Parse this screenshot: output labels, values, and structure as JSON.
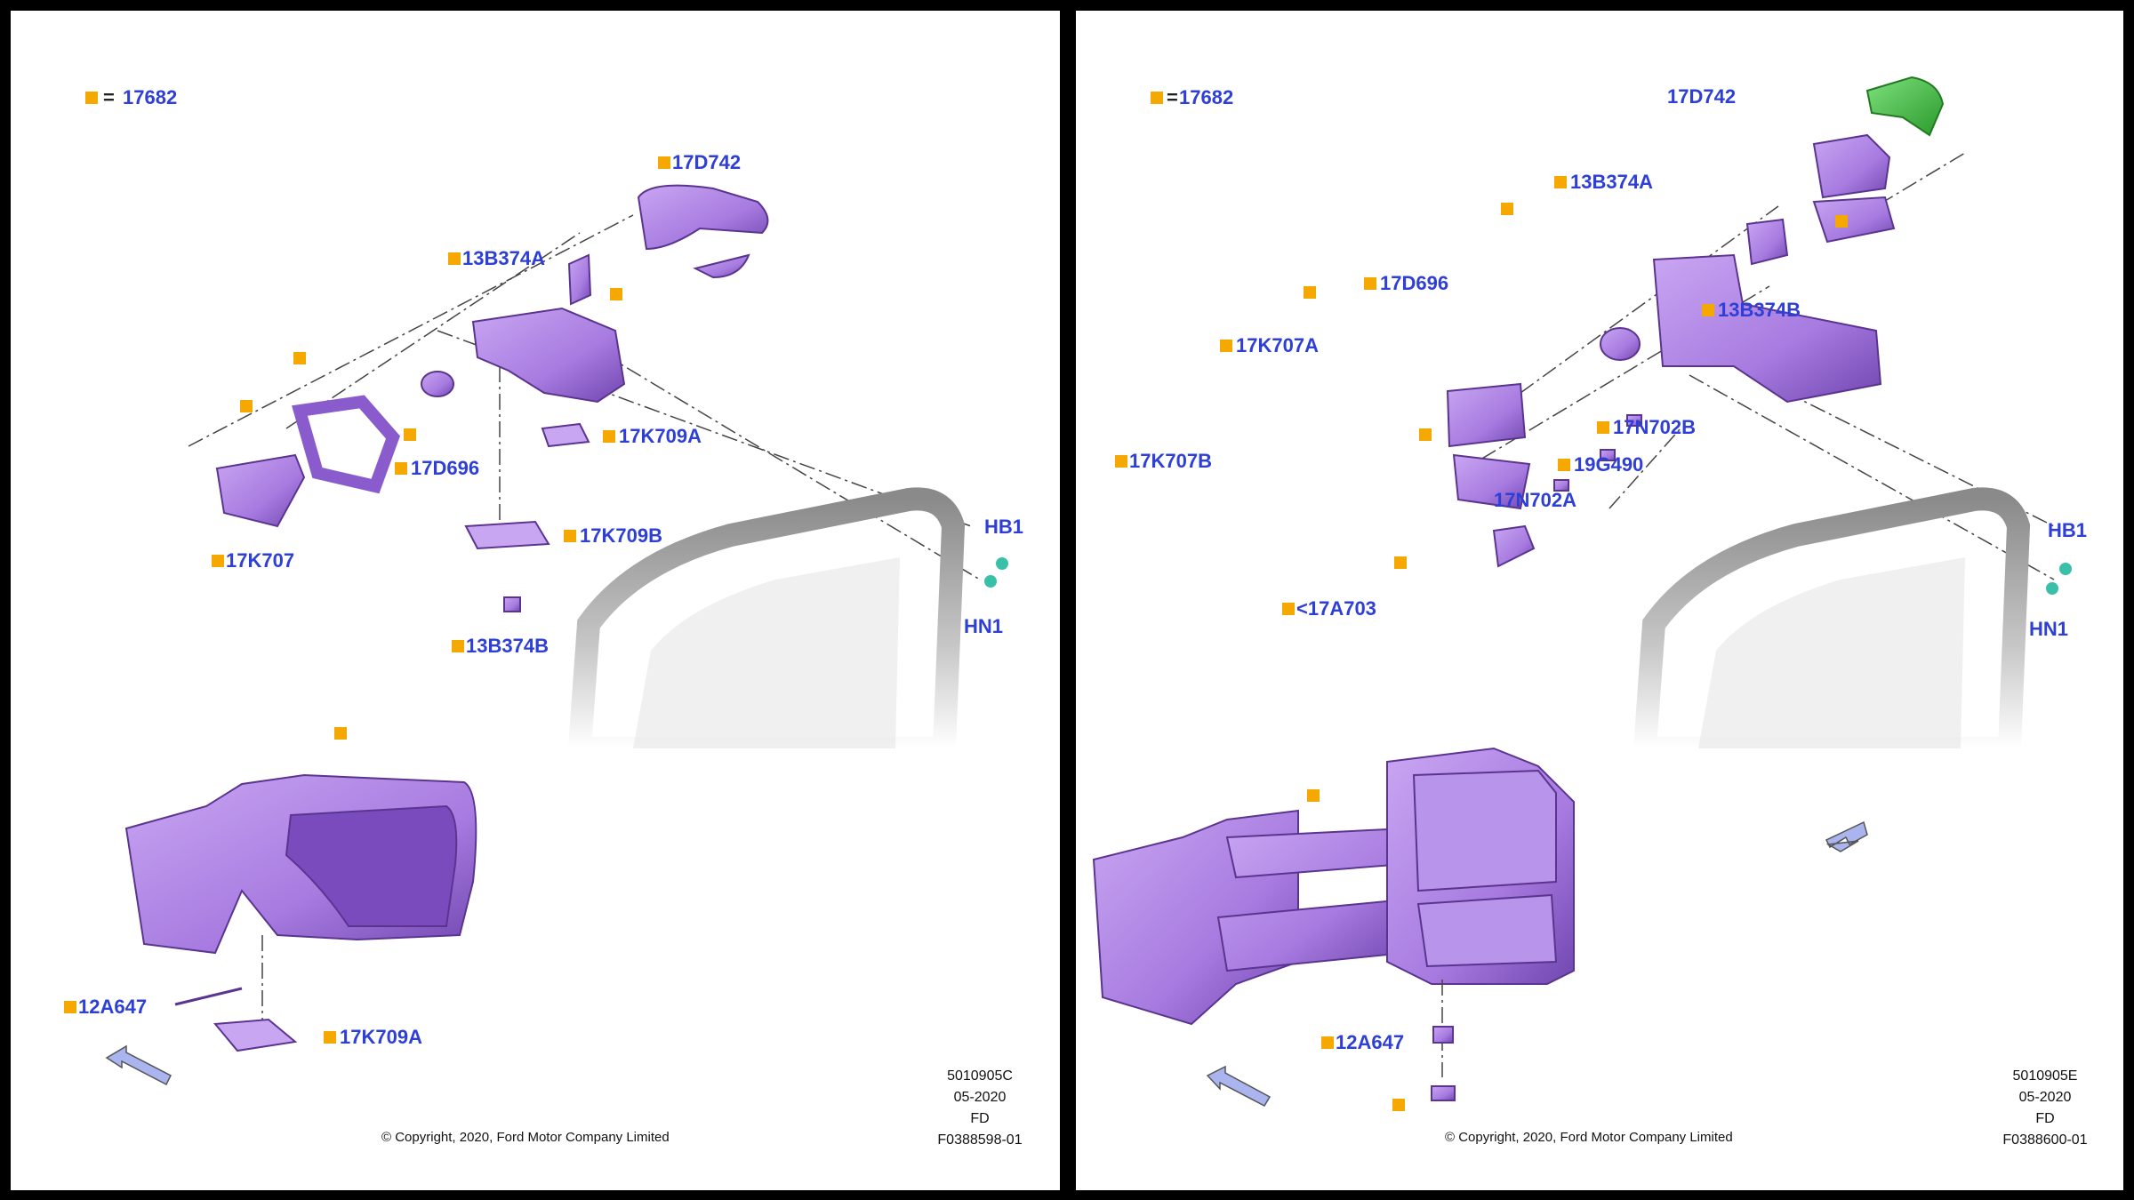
{
  "left": {
    "legend": {
      "equals": "=",
      "code": "17682"
    },
    "labels": {
      "l_17d742": "17D742",
      "l_13b374a": "13B374A",
      "l_17k709a": "17K709A",
      "l_17d696": "17D696",
      "l_17k707": "17K707",
      "l_17k709b": "17K709B",
      "l_13b374b": "13B374B",
      "l_hb1": "HB1",
      "l_hn1": "HN1",
      "l_12a647": "12A647",
      "l_17k709a_2": "17K709A"
    },
    "meta": {
      "line1": "5010905C",
      "line2": "05-2020",
      "line3": "FD",
      "line4": "F0388598-01"
    },
    "copyright": "© Copyright, 2020, Ford Motor Company Limited"
  },
  "right": {
    "legend": {
      "equals": "=",
      "code": "17682"
    },
    "labels": {
      "l_17d742": "17D742",
      "l_13b374a": "13B374A",
      "l_13b374b": "13B374B",
      "l_17d696": "17D696",
      "l_17k707a": "17K707A",
      "l_17k707b": "17K707B",
      "l_17n702b": "17N702B",
      "l_19g490": "19G490",
      "l_17n702a": "17N702A",
      "l_17a703": "<17A703",
      "l_hb1": "HB1",
      "l_hn1": "HN1",
      "l_12a647": "12A647"
    },
    "meta": {
      "line1": "5010905E",
      "line2": "05-2020",
      "line3": "FD",
      "line4": "F0388600-01"
    },
    "copyright": "© Copyright, 2020, Ford Motor Company Limited"
  },
  "colors": {
    "part": "#a77be0",
    "part_dark": "#6d3fa8",
    "accent_green": "#3fbf3f",
    "fastener": "#39c0a8",
    "label": "#2d3fd6",
    "marker": "#f5a800",
    "arrow": "#aab4ee"
  }
}
